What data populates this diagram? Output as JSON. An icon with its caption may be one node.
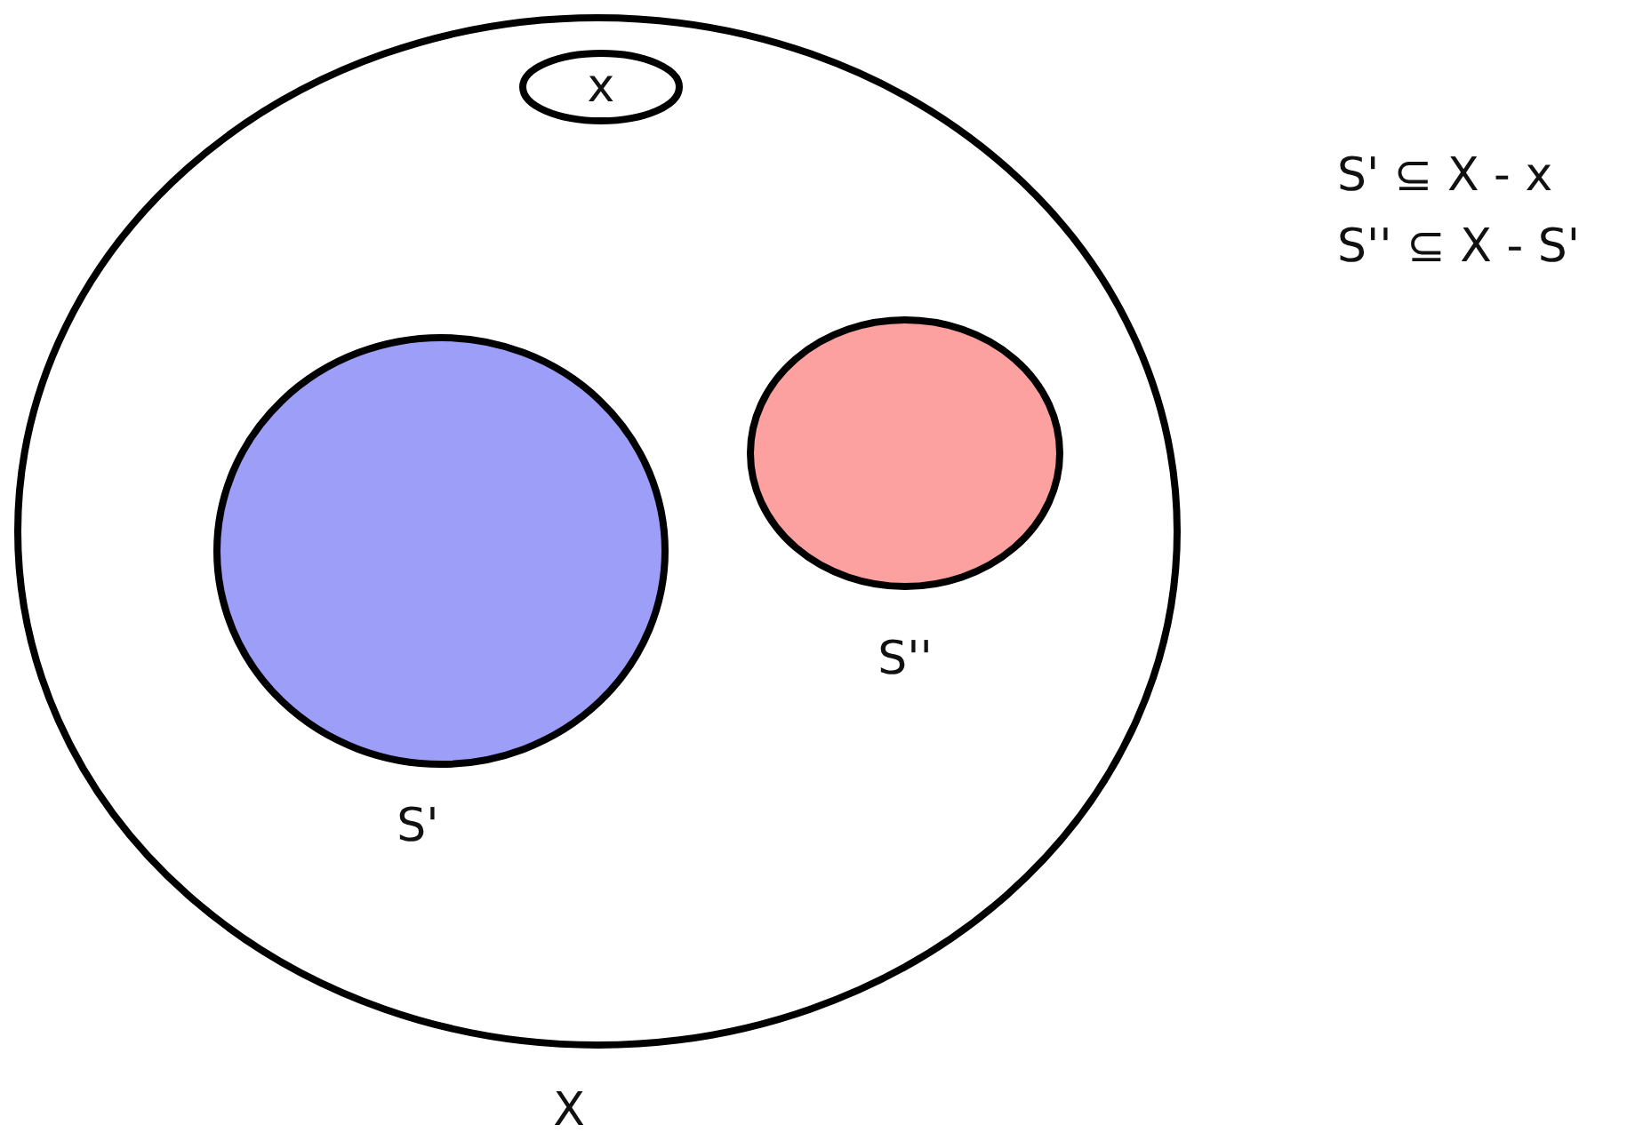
{
  "diagram": {
    "nodes": [
      {
        "text": [
          "X"
        ]
      },
      {
        "text": [
          "x"
        ],
        "in": 0
      },
      {
        "text": [
          "S'"
        ],
        "in": 0
      },
      {
        "text": [
          "S''"
        ],
        "in": 0
      }
    ],
    "labels": [
      "S' ⊆ X - x",
      "S'' ⊆ X - S'"
    ]
  }
}
